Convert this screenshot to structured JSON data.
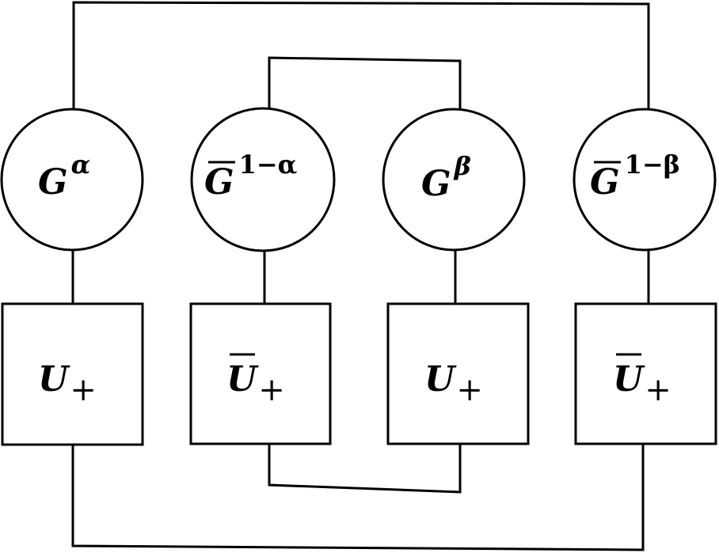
{
  "diagram": {
    "g_nodes": [
      {
        "base": "G",
        "bar": false,
        "sup": "α"
      },
      {
        "base": "G",
        "bar": true,
        "sup": "1−α"
      },
      {
        "base": "G",
        "bar": false,
        "sup": "β"
      },
      {
        "base": "G",
        "bar": true,
        "sup": "1−β"
      }
    ],
    "u_nodes": [
      {
        "base": "U",
        "bar": false,
        "sub": "+"
      },
      {
        "base": "U",
        "bar": true,
        "sub": "+"
      },
      {
        "base": "U",
        "bar": false,
        "sub": "+"
      },
      {
        "base": "U",
        "bar": true,
        "sub": "+"
      }
    ]
  }
}
